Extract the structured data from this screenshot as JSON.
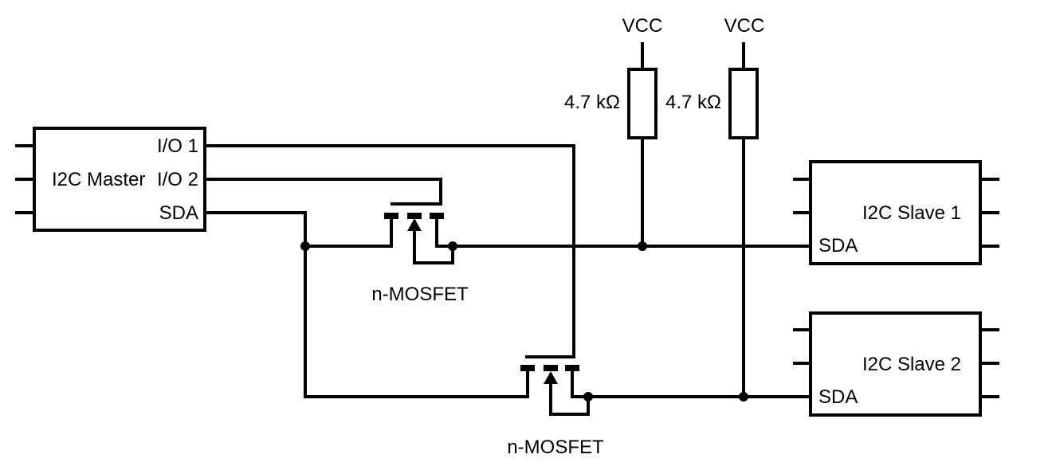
{
  "schematic": {
    "master": {
      "label": "I2C Master",
      "pin_io1": "I/O 1",
      "pin_io2": "I/O 2",
      "pin_sda": "SDA"
    },
    "mosfet1": {
      "label": "n-MOSFET"
    },
    "mosfet2": {
      "label": "n-MOSFET"
    },
    "pullup1": {
      "supply_label": "VCC",
      "value": "4.7 kΩ"
    },
    "pullup2": {
      "supply_label": "VCC",
      "value": "4.7 kΩ"
    },
    "slave1": {
      "label": "I2C Slave 1",
      "pin_sda": "SDA"
    },
    "slave2": {
      "label": "I2C Slave 2",
      "pin_sda": "SDA"
    },
    "colors": {
      "wire": "#000000",
      "background": "#ffffff",
      "text": "#000000"
    }
  }
}
